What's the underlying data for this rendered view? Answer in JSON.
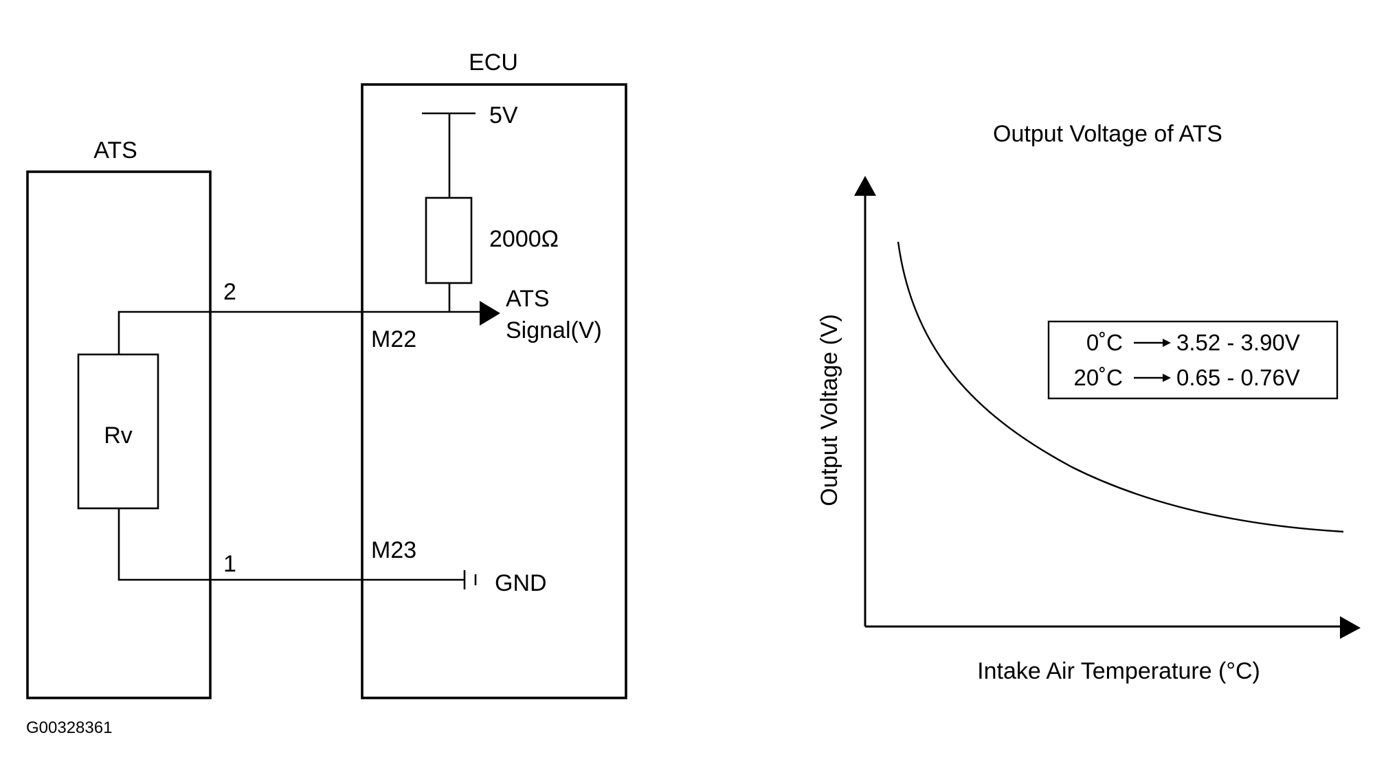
{
  "circuit": {
    "ats_label": "ATS",
    "ecu_label": "ECU",
    "supply_label": "5V",
    "resistor_label": "2000Ω",
    "sensor_resistor_label": "Rv",
    "pin_2": "2",
    "pin_1": "1",
    "terminal_signal": "M22",
    "terminal_ground": "M23",
    "signal_label_line1": "ATS",
    "signal_label_line2": "Signal(V)",
    "ground_label": "GND"
  },
  "graph": {
    "title": "Output Voltage of ATS",
    "y_axis_label": "Output Voltage (V)",
    "x_axis_label": "Intake Air Temperature (°C)",
    "curve_shape": "decreasing",
    "legend": [
      {
        "temperature": "0˚C",
        "voltage": "3.52 - 3.90V"
      },
      {
        "temperature": "20˚C",
        "voltage": "0.65 - 0.76V"
      }
    ]
  },
  "figure_id": "G00328361"
}
